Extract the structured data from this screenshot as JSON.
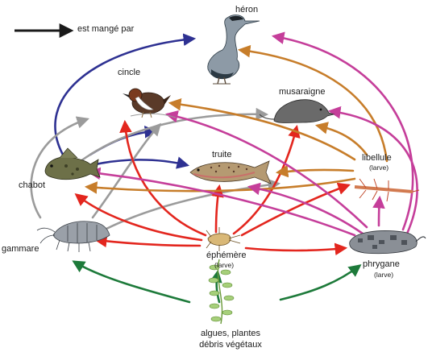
{
  "legend": {
    "label": "est mangé par"
  },
  "nodes": {
    "heron": {
      "label": "héron"
    },
    "cincle": {
      "label": "cincle"
    },
    "musaraigne": {
      "label": "musaraigne"
    },
    "truite": {
      "label": "truite"
    },
    "chabot": {
      "label": "chabot"
    },
    "libellule": {
      "label": "libellule",
      "sub": "(larve)"
    },
    "gammare": {
      "label": "gammare"
    },
    "ephemere": {
      "label": "éphémère",
      "sub": "(larve)"
    },
    "phrygane": {
      "label": "phrygane",
      "sub": "(larve)"
    },
    "algues": {
      "line1": "algues, plantes",
      "line2": "débris végétaux"
    }
  },
  "colors": {
    "from_chabot": "#2e3192",
    "from_gammare": "#9b9b9b",
    "from_ephemere": "#e3261e",
    "from_libellule": "#c77d2a",
    "from_phrygane": "#c53e9a",
    "from_algues": "#1d7a3a",
    "legend": "#1a1a1a"
  }
}
